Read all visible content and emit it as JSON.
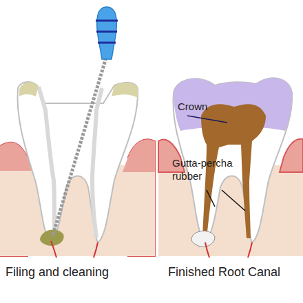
{
  "diagram": {
    "labels": [
      "Crown",
      "Gutta-percha rubber",
      "Filing and cleaning",
      "Finished Root Canal"
    ]
  }
}
